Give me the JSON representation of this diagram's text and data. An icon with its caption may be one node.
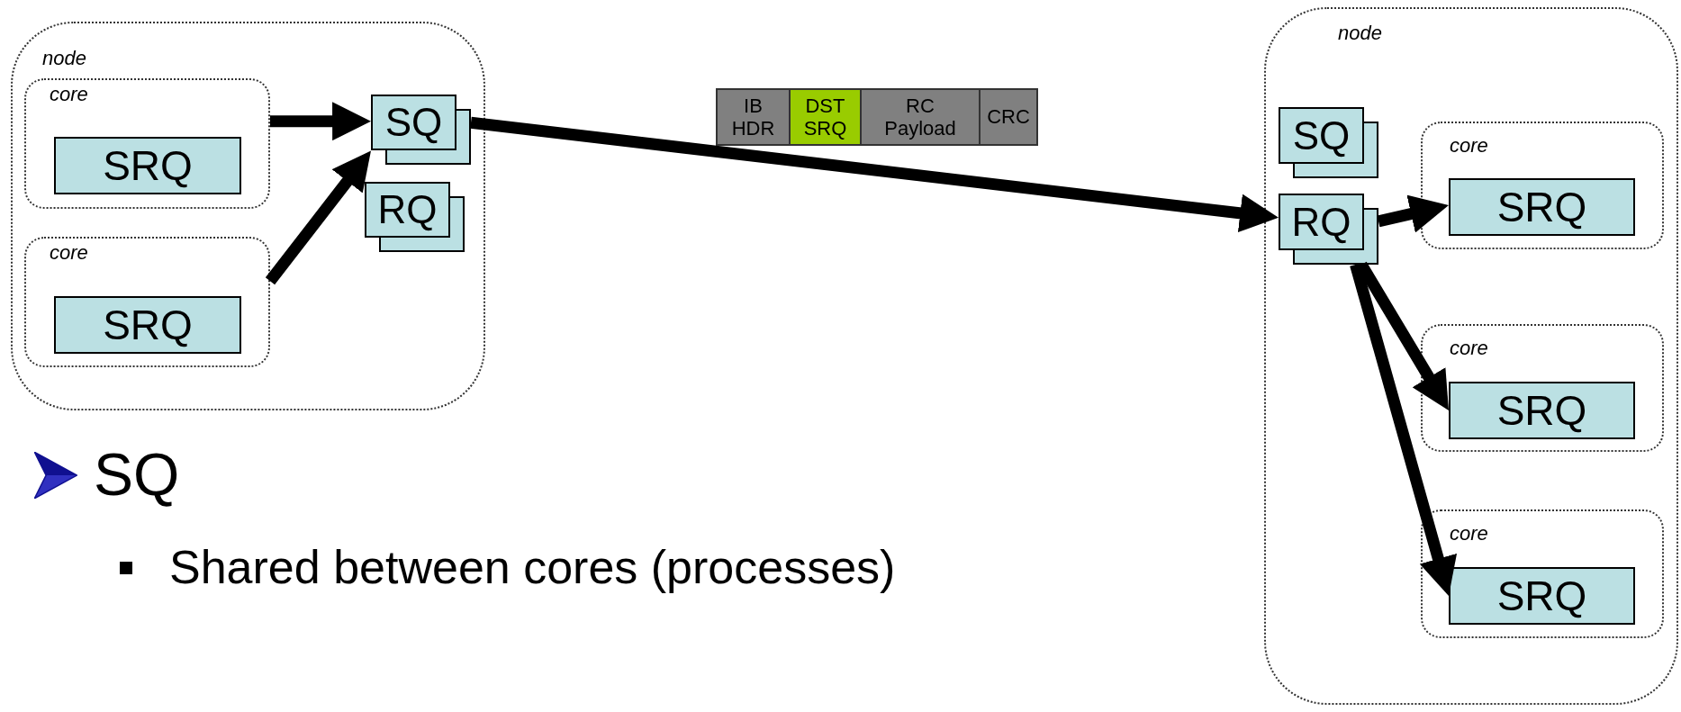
{
  "diagram": {
    "nodes": [
      {
        "text": [
          "node"
        ]
      },
      {
        "text": [
          "core"
        ],
        "in": 0
      },
      {
        "text": [
          "SRQ"
        ],
        "in": 1
      },
      {
        "text": [
          "core"
        ],
        "in": 0
      },
      {
        "text": [
          "SRQ"
        ],
        "in": 3
      },
      {
        "text": [
          "SQ"
        ],
        "in": 0
      },
      {
        "text": [
          "RQ"
        ],
        "in": 0
      },
      {
        "text": [
          "IB HDR"
        ]
      },
      {
        "text": [
          "DST SRQ"
        ]
      },
      {
        "text": [
          "RC Payload"
        ]
      },
      {
        "text": [
          "CRC"
        ]
      },
      {
        "text": [
          "node"
        ]
      },
      {
        "text": [
          "SQ"
        ],
        "in": 11
      },
      {
        "text": [
          "RQ"
        ],
        "in": 11
      },
      {
        "text": [
          "core"
        ],
        "in": 11
      },
      {
        "text": [
          "SRQ"
        ],
        "in": 14
      },
      {
        "text": [
          "core"
        ],
        "in": 11
      },
      {
        "text": [
          "SRQ"
        ],
        "in": 16
      },
      {
        "text": [
          "core"
        ],
        "in": 11
      },
      {
        "text": [
          "SRQ"
        ],
        "in": 18
      }
    ],
    "edges": [
      {
        "from": 1,
        "to": 5,
        "arrow": "to"
      },
      {
        "from": 3,
        "to": 5,
        "arrow": "to"
      },
      {
        "from": 5,
        "to": 13,
        "arrow": "to"
      },
      {
        "from": 13,
        "to": 15,
        "arrow": "to"
      },
      {
        "from": 13,
        "to": 17,
        "arrow": "to"
      },
      {
        "from": 13,
        "to": 19,
        "arrow": "to"
      }
    ],
    "labels": [
      "SQ",
      "Shared between cores (processes)"
    ]
  }
}
